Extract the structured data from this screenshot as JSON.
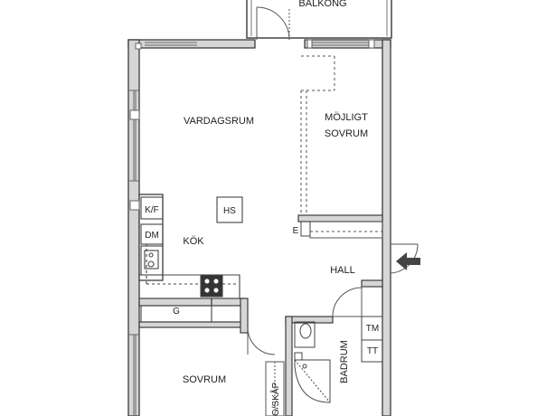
{
  "floorplan": {
    "rooms": {
      "balcony": "BALKONG",
      "living_room": "VARDAGSRUM",
      "possible_bedroom_line1": "MÖJLIGT",
      "possible_bedroom_line2": "SOVRUM",
      "kitchen": "KÖK",
      "hall": "HALL",
      "bedroom": "SOVRUM",
      "bathroom": "BADRUM"
    },
    "fixtures": {
      "hs": "HS",
      "kf": "K/F",
      "dm": "DM",
      "e": "E",
      "g": "G",
      "tm": "TM",
      "tt": "TT",
      "closet": "G/SKÅP"
    },
    "colors": {
      "wall": "#3c3c3c",
      "wall_fill": "#d6d6d6",
      "line": "#555555",
      "entrance_arrow": "#444444"
    }
  }
}
